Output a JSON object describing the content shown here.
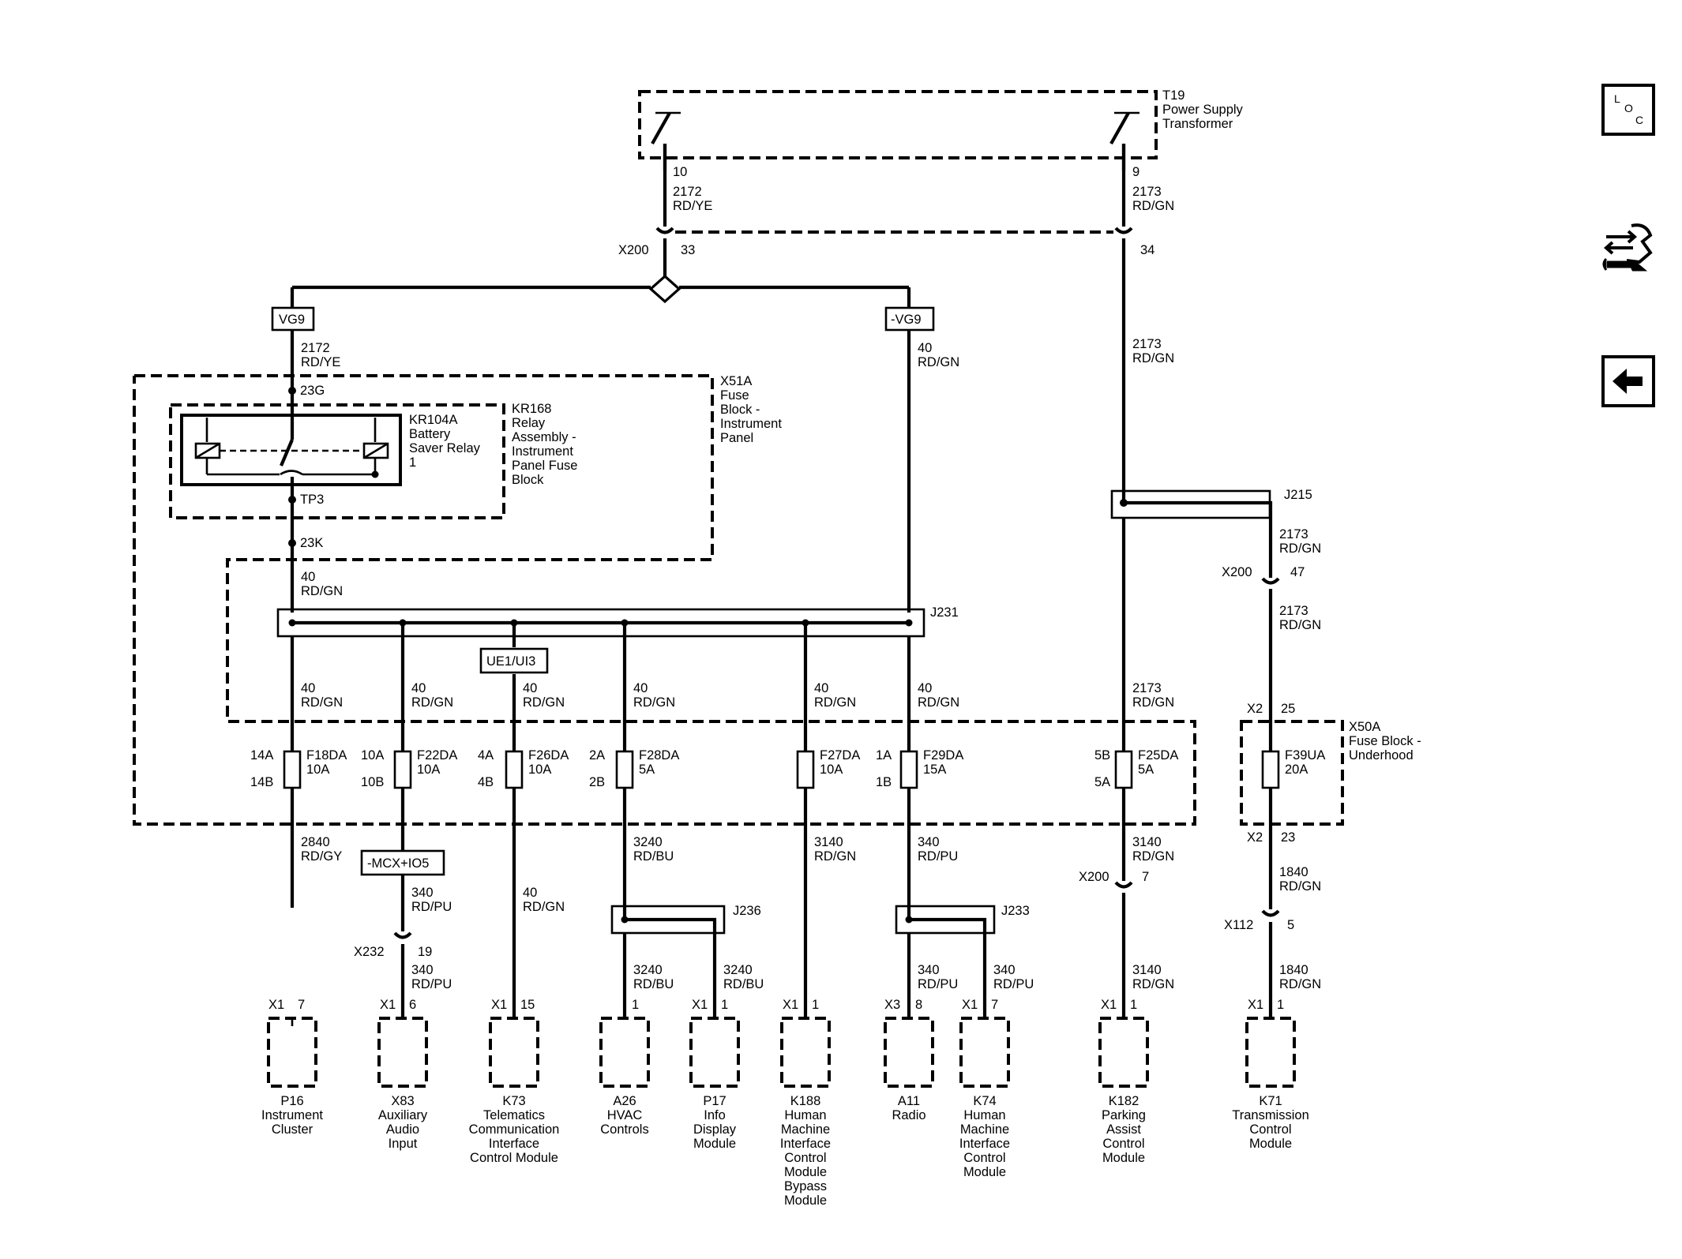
{
  "t19": {
    "id": "T19",
    "lines": [
      "Power Supply",
      "Transformer"
    ],
    "pin_left": "10",
    "pin_right": "9"
  },
  "wires": {
    "w2172": {
      "circuit": "2172",
      "color": "RD/YE"
    },
    "w2173": {
      "circuit": "2173",
      "color": "RD/GN"
    },
    "w40": {
      "circuit": "40",
      "color": "RD/GN"
    },
    "w2840": {
      "circuit": "2840",
      "color": "RD/GY"
    },
    "w340": {
      "circuit": "340",
      "color": "RD/PU"
    },
    "w3240": {
      "circuit": "3240",
      "color": "RD/BU"
    },
    "w3140": {
      "circuit": "3140",
      "color": "RD/GN"
    },
    "w1840": {
      "circuit": "1840",
      "color": "RD/GN"
    }
  },
  "connectors": {
    "x200": "X200",
    "x200_pin33": "33",
    "x200_pin34": "34",
    "x200_pin47": "47",
    "x200_pin7": "7",
    "x232": "X232",
    "x232_pin": "19",
    "x112": "X112",
    "x112_pin": "5",
    "x2": "X2",
    "x2_pin25": "25",
    "x2_pin23": "23"
  },
  "options": {
    "vg9": "VG9",
    "not_vg9": "-VG9",
    "ue1": "UE1/UI3",
    "mcx": "-MCX+IO5"
  },
  "x51a": {
    "lines": [
      "X51A",
      "Fuse",
      "Block -",
      "Instrument",
      "Panel"
    ],
    "pin_23g": "23G",
    "pin_23k": "23K",
    "tp3": "TP3"
  },
  "kr168": {
    "lines": [
      "KR168",
      "Relay",
      "Assembly -",
      "Instrument",
      "Panel Fuse",
      "Block"
    ]
  },
  "kr104a": {
    "lines": [
      "KR104A",
      "Battery",
      "Saver Relay",
      "1"
    ]
  },
  "x50a": {
    "lines": [
      "X50A",
      "Fuse Block -",
      "Underhood"
    ]
  },
  "splices": {
    "j215": "J215",
    "j231": "J231",
    "j236": "J236",
    "j233": "J233"
  },
  "fuses": [
    {
      "name": "F18DA",
      "rating": "10A",
      "top": "14A",
      "bottom": "14B"
    },
    {
      "name": "F22DA",
      "rating": "10A",
      "top": "10A",
      "bottom": "10B"
    },
    {
      "name": "F26DA",
      "rating": "10A",
      "top": "4A",
      "bottom": "4B"
    },
    {
      "name": "F28DA",
      "rating": "5A",
      "top": "2A",
      "bottom": "2B"
    },
    {
      "name": "F27DA",
      "rating": "10A",
      "top": "",
      "bottom": ""
    },
    {
      "name": "F29DA",
      "rating": "15A",
      "top": "1A",
      "bottom": "1B"
    },
    {
      "name": "F25DA",
      "rating": "5A",
      "top": "5B",
      "bottom": "5A"
    },
    {
      "name": "F39UA",
      "rating": "20A",
      "top": "",
      "bottom": ""
    }
  ],
  "components": [
    {
      "conn": "X1",
      "pin": "7",
      "lines": [
        "P16",
        "Instrument",
        "Cluster"
      ]
    },
    {
      "conn": "X1",
      "pin": "6",
      "lines": [
        "X83",
        "Auxiliary",
        "Audio",
        "Input"
      ]
    },
    {
      "conn": "X1",
      "pin": "15",
      "lines": [
        "K73",
        "Telematics",
        "Communication",
        "Interface",
        "Control Module"
      ]
    },
    {
      "conn": "",
      "pin": "1",
      "lines": [
        "A26",
        "HVAC",
        "Controls"
      ]
    },
    {
      "conn": "X1",
      "pin": "1",
      "lines": [
        "P17",
        "Info",
        "Display",
        "Module"
      ]
    },
    {
      "conn": "X1",
      "pin": "1",
      "lines": [
        "K188",
        "Human",
        "Machine",
        "Interface",
        "Control",
        "Module",
        "Bypass",
        "Module"
      ]
    },
    {
      "conn": "X3",
      "pin": "8",
      "lines": [
        "A11",
        "Radio"
      ]
    },
    {
      "conn": "X1",
      "pin": "7",
      "lines": [
        "K74",
        "Human",
        "Machine",
        "Interface",
        "Control",
        "Module"
      ]
    },
    {
      "conn": "X1",
      "pin": "1",
      "lines": [
        "K182",
        "Parking",
        "Assist",
        "Control",
        "Module"
      ]
    },
    {
      "conn": "X1",
      "pin": "1",
      "lines": [
        "K71",
        "Transmission",
        "Control",
        "Module"
      ]
    }
  ],
  "nav": {
    "loc": {
      "l": "L",
      "o": "O",
      "c": "C"
    },
    "icons": [
      "location-icon",
      "connector-diagnosis-icon",
      "back-arrow-icon"
    ]
  }
}
